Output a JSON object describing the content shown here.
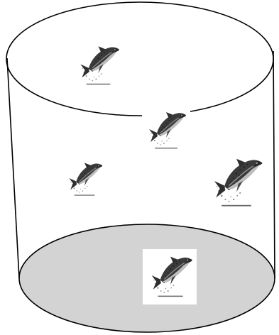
{
  "diagram": {
    "subject": "cylinder-tank-with-fish",
    "colors": {
      "outline": "#000000",
      "background": "#ffffff",
      "bottom_fill": "#d3d3d3",
      "fish_back": "#3a3a3a",
      "fish_belly": "#bdbdbd",
      "fish_spots": "#222222"
    },
    "fish": [
      {
        "id": "fish-1",
        "icon": "jumping-salmon-icon"
      },
      {
        "id": "fish-2",
        "icon": "jumping-salmon-icon"
      },
      {
        "id": "fish-3",
        "icon": "jumping-salmon-icon"
      },
      {
        "id": "fish-4",
        "icon": "jumping-salmon-icon"
      },
      {
        "id": "fish-5",
        "icon": "jumping-salmon-icon"
      }
    ]
  }
}
